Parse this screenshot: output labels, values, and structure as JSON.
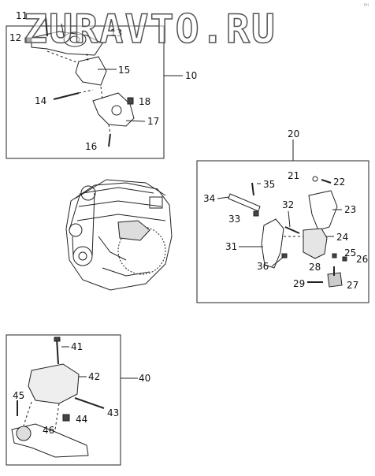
{
  "watermark": "ZURAVTO.RU",
  "corner_mark": "Pri",
  "groups": [
    {
      "id": "g10",
      "label": "10"
    },
    {
      "id": "g20",
      "label": "20"
    },
    {
      "id": "g40",
      "label": "40"
    }
  ],
  "callouts": [
    "11",
    "12",
    "13",
    "14",
    "15",
    "16",
    "17",
    "18",
    "21",
    "22",
    "23",
    "24",
    "25",
    "26",
    "27",
    "28",
    "29",
    "31",
    "32",
    "33",
    "34",
    "35",
    "36",
    "41",
    "42",
    "43",
    "44",
    "45",
    "46"
  ],
  "colors": {
    "line": "#222222",
    "background": "#ffffff",
    "watermark_fill": "#ffffff",
    "watermark_stroke": "#555555"
  }
}
